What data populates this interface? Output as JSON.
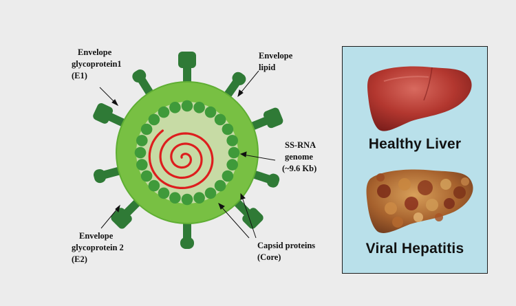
{
  "virus_diagram": {
    "labels": {
      "envelope_glycoprotein1": [
        "Envelope",
        "glycoprotein1",
        "(E1)"
      ],
      "envelope_lipid": [
        "Envelope",
        "lipid"
      ],
      "ss_rna_genome": [
        "SS-RNA",
        "genome",
        "(~9.6 Kb)"
      ],
      "envelope_glycoprotein2": [
        "Envelope",
        "glycoprotein 2",
        "(E2)"
      ],
      "capsid_proteins": [
        "Capsid proteins",
        "(Core)"
      ]
    },
    "colors": {
      "envelope": "#78c043",
      "envelope_edge": "#5fae33",
      "core": "#c7dba5",
      "capsid": "#3f9a3a",
      "glycoprotein": "#2f7a36",
      "rna": "#dd1e1e"
    }
  },
  "liver_panel": {
    "healthy_label": "Healthy Liver",
    "disease_label": "Viral Hepatitis",
    "colors": {
      "panel_bg": "#b9e0ea",
      "healthy_liver": "#b23a34",
      "diseased_liver": "#a8652f"
    }
  }
}
